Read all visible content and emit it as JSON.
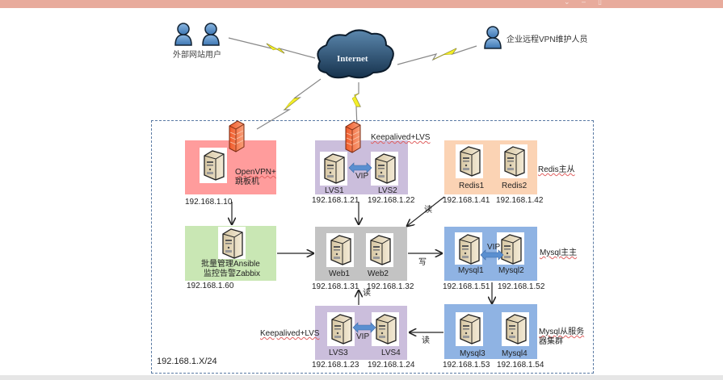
{
  "window": {
    "controls": [
      "chevron-down-icon",
      "minimize-icon",
      "restore-icon"
    ]
  },
  "diagram": {
    "internet_label": "Internet",
    "external_users_label": "外部网站用户",
    "vpn_users_label": "企业远程VPN维护人员",
    "network_label": "192.168.1.X/24",
    "groups": {
      "openvpn": {
        "label_line1": "OpenVPN+",
        "label_line2": "跳板机",
        "ip": "192.168.1.10",
        "color": "#ff9c9c"
      },
      "lvs_top": {
        "label": "Keepalived+LVS",
        "servers": [
          "LVS1",
          "LVS2"
        ],
        "ips": [
          "192.168.1.21",
          "192.168.1.22"
        ],
        "vip": "VIP",
        "color": "#cbbedc"
      },
      "redis": {
        "label": "Redis主从",
        "servers": [
          "Redis1",
          "Redis2"
        ],
        "ips": [
          "192.168.1.41",
          "192.168.1.42"
        ],
        "color": "#fbd3b4"
      },
      "ansible": {
        "label_line1": "批量管理Ansible",
        "label_line2": "监控告警Zabbix",
        "ip": "192.168.1.60",
        "color": "#c9e7b4"
      },
      "web": {
        "servers": [
          "Web1",
          "Web2"
        ],
        "ips": [
          "192.168.1.31",
          "192.168.1.32"
        ],
        "color": "#c3c3c3"
      },
      "mysql_master": {
        "label": "Mysql主主",
        "servers": [
          "Mysql1",
          "Mysql2"
        ],
        "ips": [
          "192.168.1.51",
          "192.168.1.52"
        ],
        "vip": "VIP",
        "color": "#8fb3e3"
      },
      "lvs_bottom": {
        "label": "Keepalived+LVS",
        "servers": [
          "LVS3",
          "LVS4"
        ],
        "ips": [
          "192.168.1.23",
          "192.168.1.24"
        ],
        "vip": "VIP",
        "color": "#cbbedc"
      },
      "mysql_slave": {
        "label_line1": "Mysql从服务",
        "label_line2": "器集群",
        "servers": [
          "Mysql3",
          "Mysql4"
        ],
        "ips": [
          "192.168.1.53",
          "192.168.1.54"
        ],
        "color": "#8fb3e3"
      }
    },
    "arrows": {
      "redis_to_web": "读",
      "web_to_mysql": "写",
      "lvs_bottom_to_web": "读",
      "mysql_slave_to_lvs_bottom": "读"
    }
  }
}
